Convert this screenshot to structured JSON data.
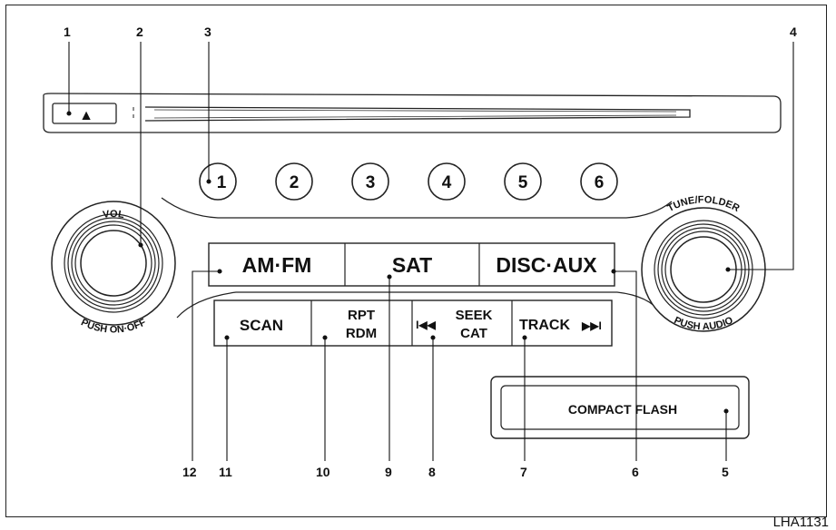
{
  "eject_symbol": "▲",
  "preset_buttons": [
    "1",
    "2",
    "3",
    "4",
    "5",
    "6"
  ],
  "knobs": {
    "left_top": "VOL",
    "left_bottom": "PUSH ON·OFF",
    "right_top": "TUNE/FOLDER",
    "right_bottom": "PUSH AUDIO"
  },
  "mode_buttons": [
    "AM·FM",
    "SAT",
    "DISC·AUX"
  ],
  "function_buttons": {
    "scan": "SCAN",
    "rpt": "RPT",
    "rdm": "RDM",
    "seek_prev_icon": "I◀◀",
    "seek": "SEEK",
    "cat": "CAT",
    "track": "TRACK",
    "track_next_icon": "▶▶I"
  },
  "compact_flash_label": "COMPACT FLASH",
  "callouts": [
    "1",
    "2",
    "3",
    "4",
    "5",
    "6",
    "7",
    "8",
    "9",
    "10",
    "11",
    "12"
  ],
  "figure_code": "LHA1131"
}
